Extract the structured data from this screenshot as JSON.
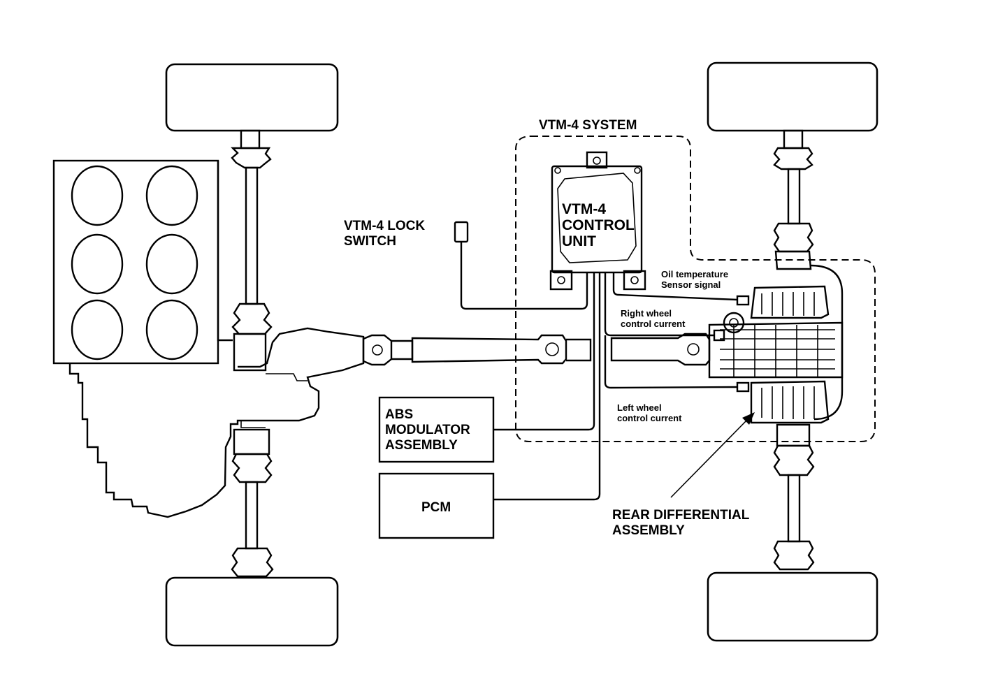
{
  "labels": {
    "system_title": "VTM-4 SYSTEM",
    "control_unit": [
      "VTM-4",
      "CONTROL",
      "UNIT"
    ],
    "lock_switch": [
      "VTM-4 LOCK",
      "SWITCH"
    ],
    "abs_module": [
      "ABS",
      "MODULATOR",
      "ASSEMBLY"
    ],
    "pcm": "PCM",
    "oil_temp": [
      "Oil temperature",
      "Sensor signal"
    ],
    "right_wheel": [
      "Right wheel",
      "control current"
    ],
    "left_wheel": [
      "Left wheel",
      "control current"
    ],
    "rear_diff": [
      "REAR DIFFERENTIAL",
      "ASSEMBLY"
    ]
  }
}
